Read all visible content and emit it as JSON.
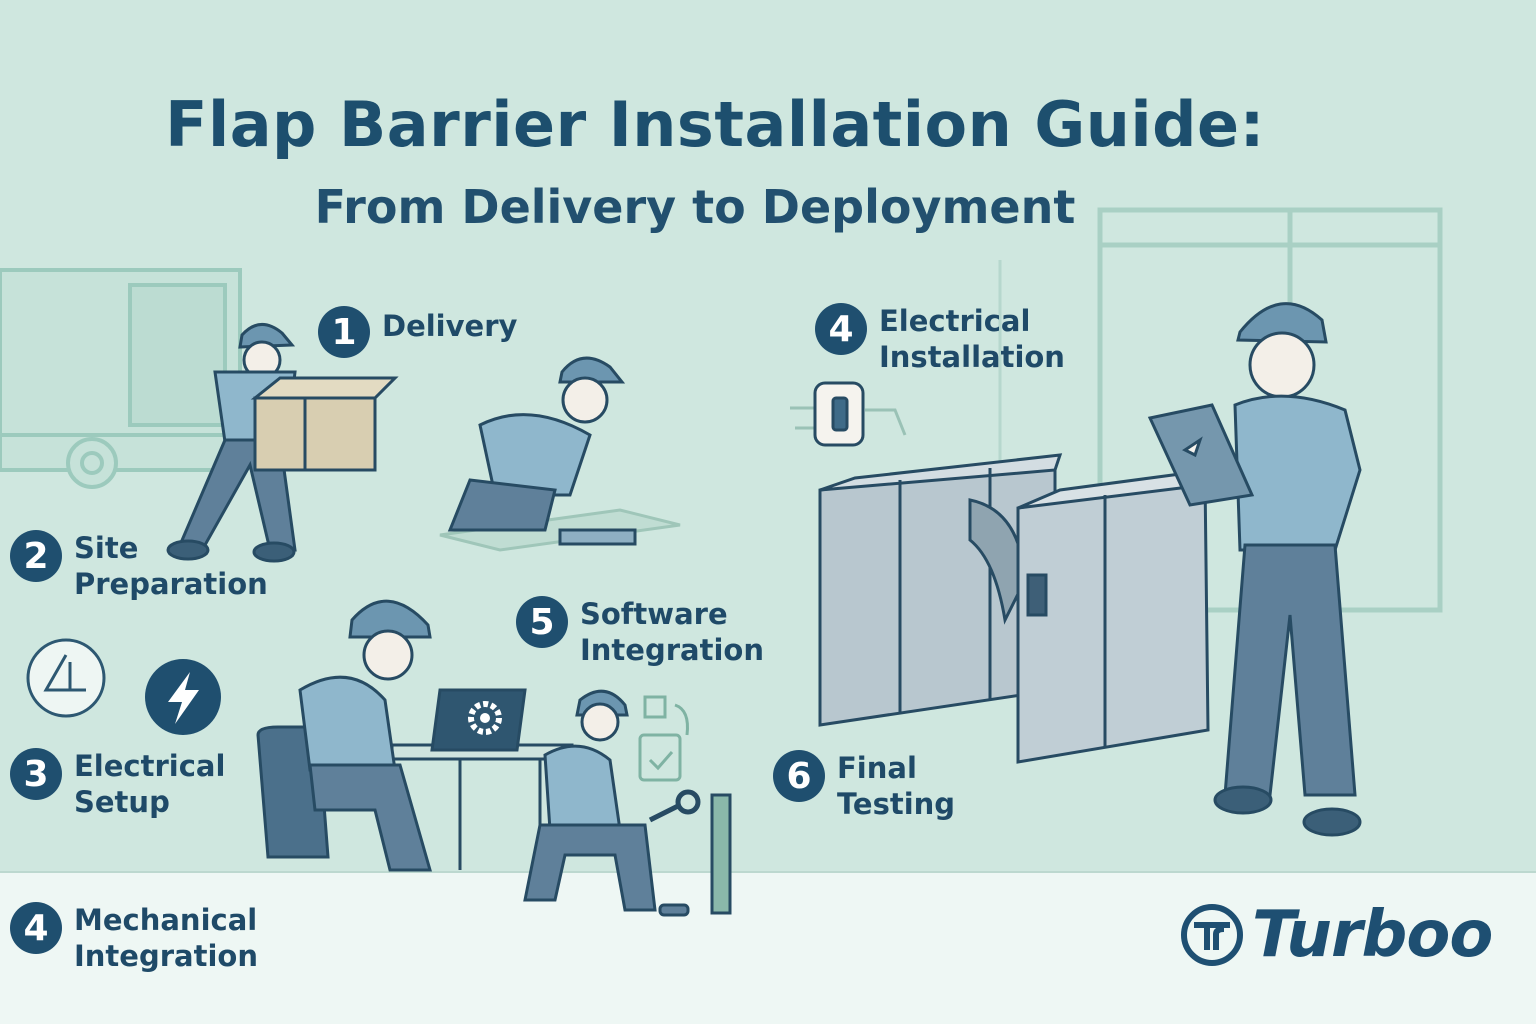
{
  "header": {
    "title": "Flap Barrier Installation Guide:",
    "subtitle": "From Delivery to Deployment"
  },
  "steps": [
    {
      "number": "1",
      "label": "Delivery"
    },
    {
      "number": "2",
      "label": "Site\nPreparation"
    },
    {
      "number": "3",
      "label": "Electrical\nSetup"
    },
    {
      "number": "4",
      "label": "Mechanical\nIntegration"
    },
    {
      "number": "4",
      "label": "Electrical\nInstallation"
    },
    {
      "number": "5",
      "label": "Software\nIntegration"
    },
    {
      "number": "6",
      "label": "Final\nTesting"
    }
  ],
  "brand": {
    "name": "Turboo",
    "mark": "Tr"
  },
  "icons": [
    "truck-icon",
    "box-icon",
    "warning-triangle-icon",
    "lightning-bolt-icon",
    "gear-icon",
    "wrench-icon",
    "tablet-icon",
    "electrical-socket-icon",
    "checklist-icon"
  ],
  "colors": {
    "background": "#cfe7df",
    "accent": "#1f4f6f",
    "floor": "#eef7f4"
  }
}
